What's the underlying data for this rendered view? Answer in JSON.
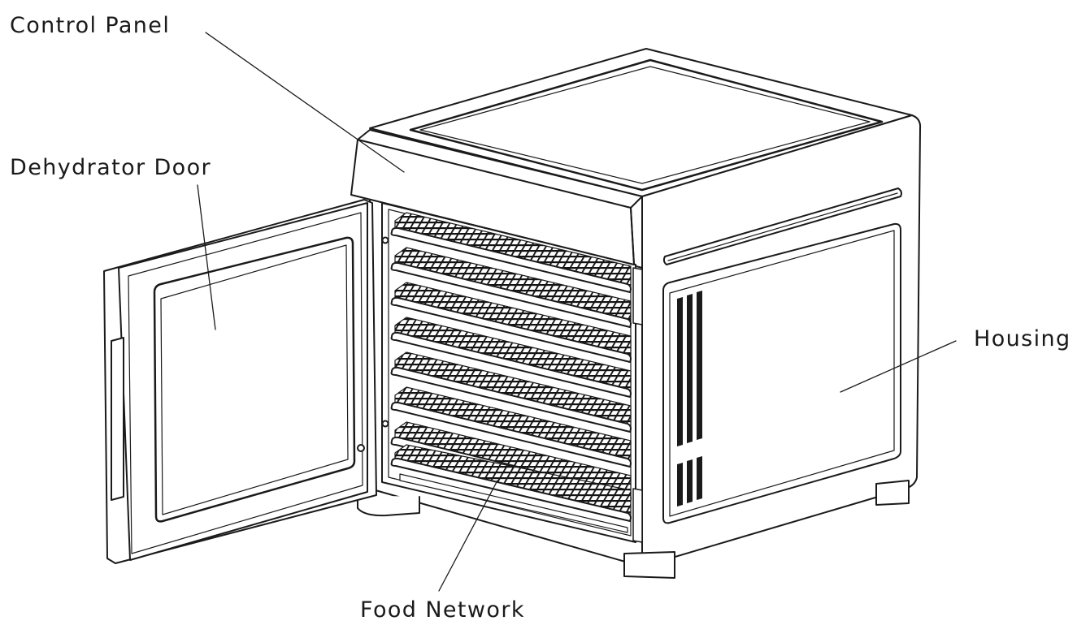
{
  "labels": {
    "control_panel": "Control Panel",
    "dehydrator_door": "Dehydrator Door",
    "housing": "Housing",
    "food_network": "Food Network"
  },
  "colors": {
    "line": "#1a1a1a",
    "fill": "#ffffff",
    "rack_dark": "#141414"
  }
}
